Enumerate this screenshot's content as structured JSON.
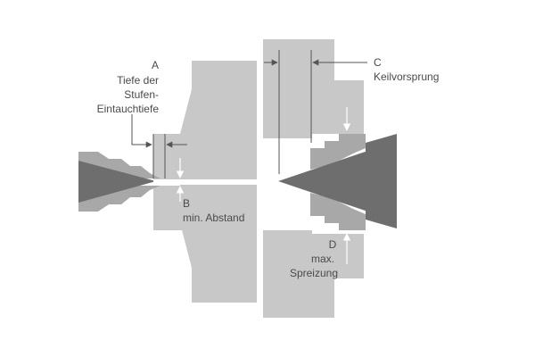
{
  "colors": {
    "block": "#c8c8c8",
    "wedge_dark": "#6e6e6e",
    "wedge_mid": "#a8a8a8",
    "line": "#555555",
    "white": "#ffffff",
    "text": "#4a4a4a"
  },
  "labels": {
    "a": {
      "letter": "A",
      "line1": "Tiefe der",
      "line2": "Stufen-",
      "line3": "Eintauchtiefe"
    },
    "b": {
      "letter": "B",
      "line1": "min. Abstand"
    },
    "c": {
      "letter": "C",
      "line1": "Keilvorsprung"
    },
    "d": {
      "letter": "D",
      "line1": "max.",
      "line2": "Spreizung"
    }
  }
}
